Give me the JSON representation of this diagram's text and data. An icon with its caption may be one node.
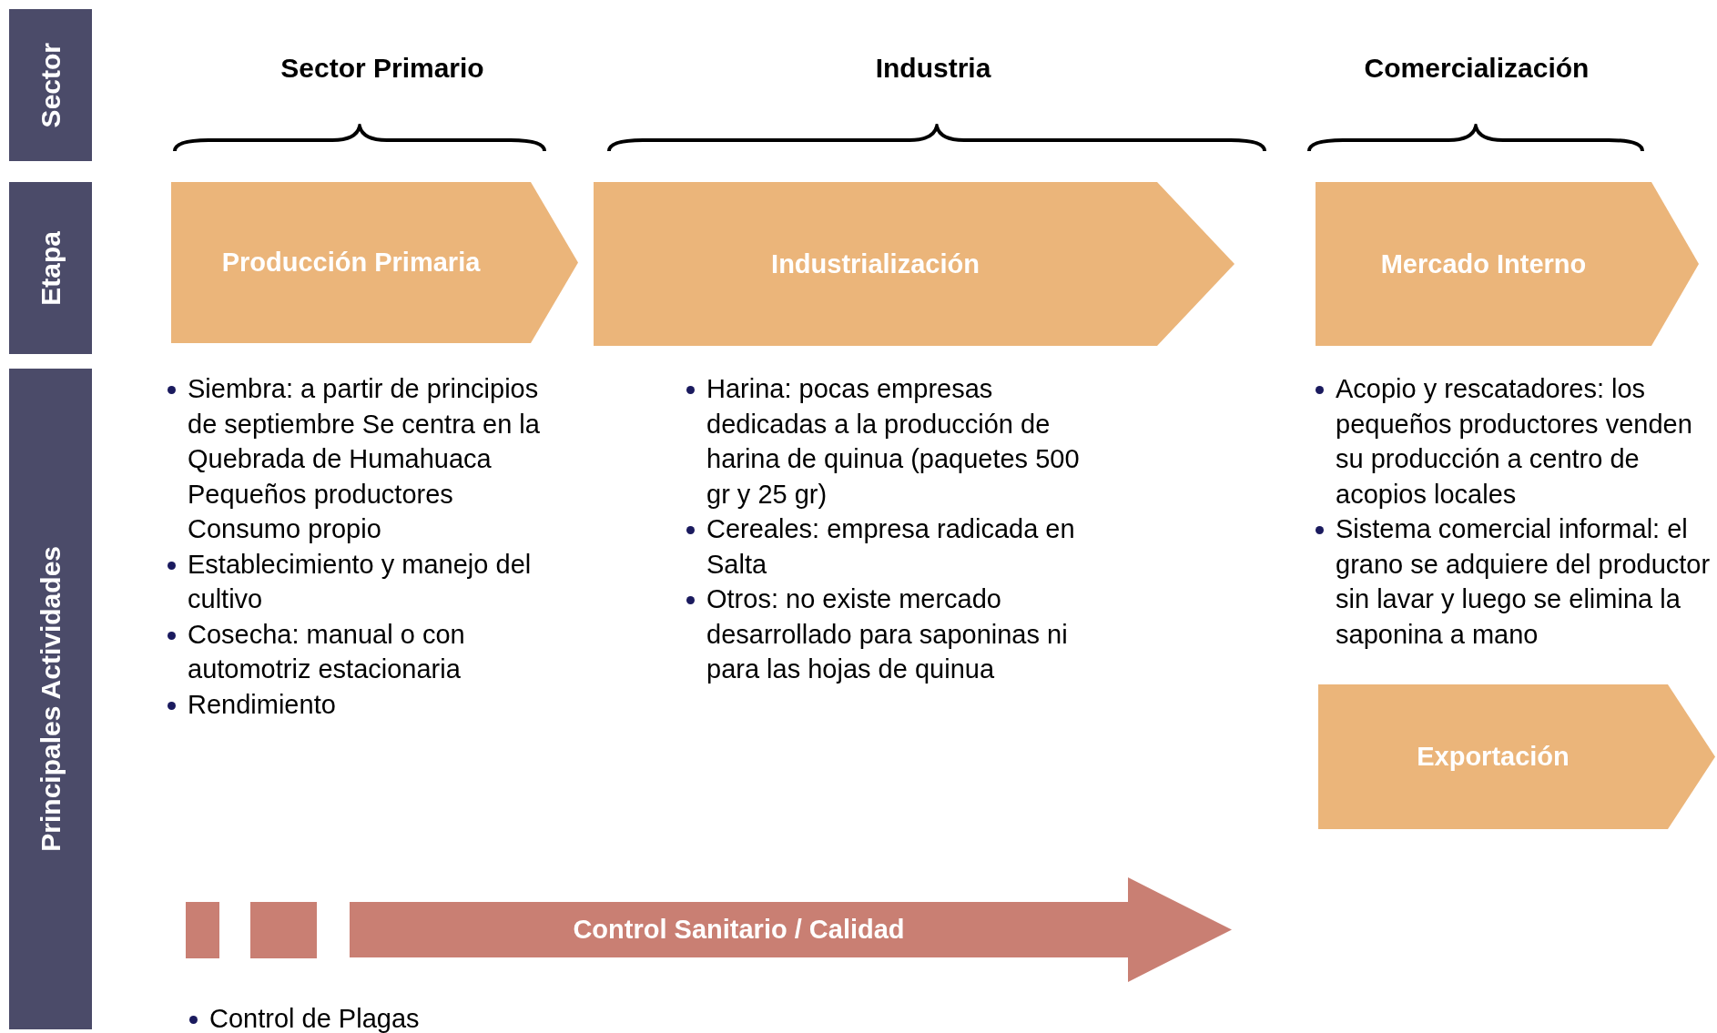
{
  "diagram": {
    "nodes": [
      {
        "text": [
          "Sector"
        ]
      },
      {
        "text": [
          "Etapa"
        ]
      },
      {
        "text": [
          "Principales Actividades"
        ]
      },
      {
        "text": [
          "Producción Primaria"
        ]
      },
      {
        "text": [
          "Industrialización"
        ]
      },
      {
        "text": [
          "Mercado Interno"
        ]
      },
      {
        "text": [
          "Exportación"
        ]
      },
      {
        "text": [],
        "shape": "box"
      },
      {
        "text": [],
        "shape": "box"
      },
      {
        "text": [
          "Control Sanitario / Calidad"
        ]
      }
    ],
    "labels": [
      "Sector Primario",
      "Industria",
      "Comercialización",
      "Siembra: a partir de principios de septiembre Se centra en la Quebrada de Humahuaca Pequeños productores Consumo propio",
      "Establecimiento y manejo del cultivo",
      "Cosecha: manual o con automotriz estacionaria",
      "Rendimiento",
      "Harina: pocas empresas dedicadas a la producción de harina de quinua (paquetes 500 gr y 25 gr)",
      "Cereales: empresa radicada en Salta",
      "Otros: no existe mercado desarrollado para saponinas ni para las hojas de quinua",
      "Acopio y rescatadores: los pequeños productores venden su producción a centro de acopios locales",
      "Sistema comercial informal: el grano se adquiere del productor sin lavar y luego se elimina la saponina a mano",
      "Control de Plagas"
    ]
  }
}
